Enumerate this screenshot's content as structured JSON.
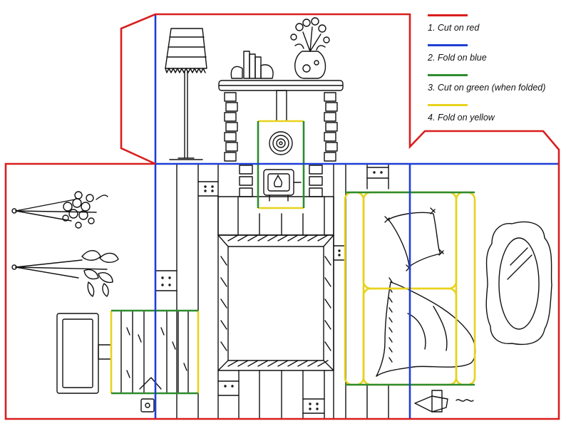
{
  "legend": [
    {
      "text": "1. Cut on red",
      "color": "#d91e1e"
    },
    {
      "text": "2. Fold on blue",
      "color": "#1f3fd6"
    },
    {
      "text": "3. Cut on green (when folded)",
      "color": "#2e8b2e"
    },
    {
      "text": "4. Fold on yellow",
      "color": "#e8d21c"
    }
  ],
  "colors": {
    "cut": "#d91e1e",
    "fold": "#1f3fd6",
    "cut_folded": "#2e8b2e",
    "fold_secondary": "#e8d21c",
    "ink": "#111111"
  }
}
